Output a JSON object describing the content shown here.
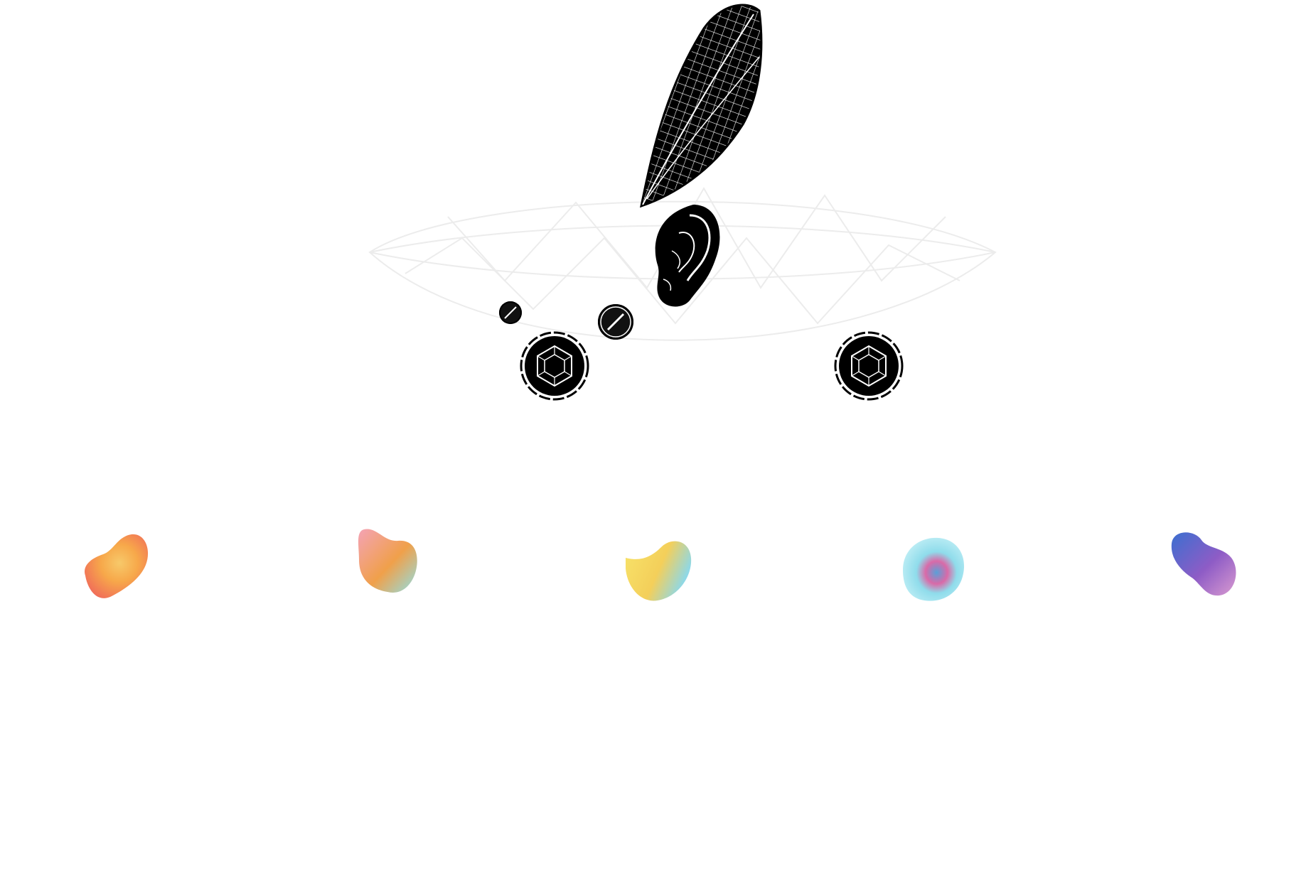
{
  "scene": {
    "background": "#ffffff",
    "parts": [
      {
        "name": "wing",
        "icon": "wing-icon",
        "color": "#000000"
      },
      {
        "name": "ear",
        "icon": "ear-icon",
        "color": "#000000"
      },
      {
        "name": "small-screw",
        "icon": "screw-icon",
        "color": "#111111"
      },
      {
        "name": "large-screw",
        "icon": "screw-icon",
        "color": "#111111"
      },
      {
        "name": "left-wheel",
        "icon": "hexagon-wheel-icon",
        "color": "#000000"
      },
      {
        "name": "right-wheel",
        "icon": "hexagon-wheel-icon",
        "color": "#000000"
      },
      {
        "name": "wireframe-body",
        "icon": "wireframe-icon",
        "color": "#eeeeee"
      }
    ]
  },
  "palette": {
    "swatches": [
      {
        "name": "coral",
        "colors": [
          "#f06a5a",
          "#f7a84a",
          "#f7c96a"
        ]
      },
      {
        "name": "peach",
        "colors": [
          "#f4a3b5",
          "#f0a04a",
          "#8fe0e6"
        ]
      },
      {
        "name": "yellow",
        "colors": [
          "#f7e36a",
          "#f4cf5a",
          "#8fd8e6"
        ]
      },
      {
        "name": "aqua",
        "colors": [
          "#8fdceb",
          "#5aa0d8",
          "#d96aa8"
        ]
      },
      {
        "name": "violet",
        "colors": [
          "#3b6fd0",
          "#8e5cc6",
          "#d99ad0"
        ]
      }
    ]
  }
}
